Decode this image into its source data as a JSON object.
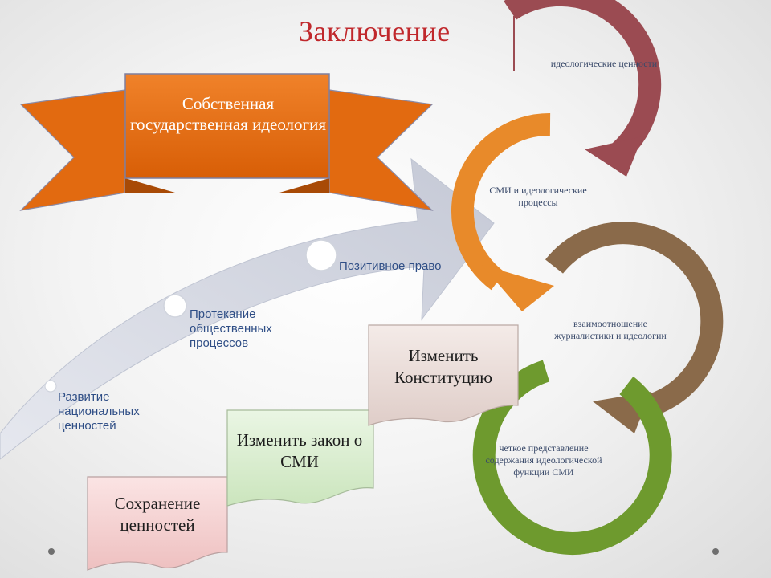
{
  "title": "Заключение",
  "banner": {
    "text": "Собственная государственная идеология",
    "color": "#e46c0a"
  },
  "cycle": [
    {
      "label": "идеологические ценности",
      "color": "#9b4b52",
      "icon": "circular-arrow"
    },
    {
      "label": "СМИ и идеологические процессы",
      "color": "#e88a2a",
      "icon": "circular-arrow"
    },
    {
      "label": "взаимоотношение журналистики и идеологии",
      "color": "#8a6a4a",
      "icon": "circular-arrow"
    },
    {
      "label": "четкое представление содержания идеологической функции СМИ",
      "color": "#6e9a2e",
      "icon": "circular-ring"
    }
  ],
  "progress_arrow": {
    "color": "#c7cbd8",
    "points": [
      "Позитивное право",
      "Протекание общественных процессов",
      "Развитие национальных ценностей"
    ]
  },
  "cards": [
    {
      "text": "Сохранение ценностей",
      "color": "#f6d6d6"
    },
    {
      "text": "Изменить закон о СМИ",
      "color": "#dcefd2"
    },
    {
      "text": "Изменить Конституцию",
      "color": "#eadcd8"
    }
  ]
}
